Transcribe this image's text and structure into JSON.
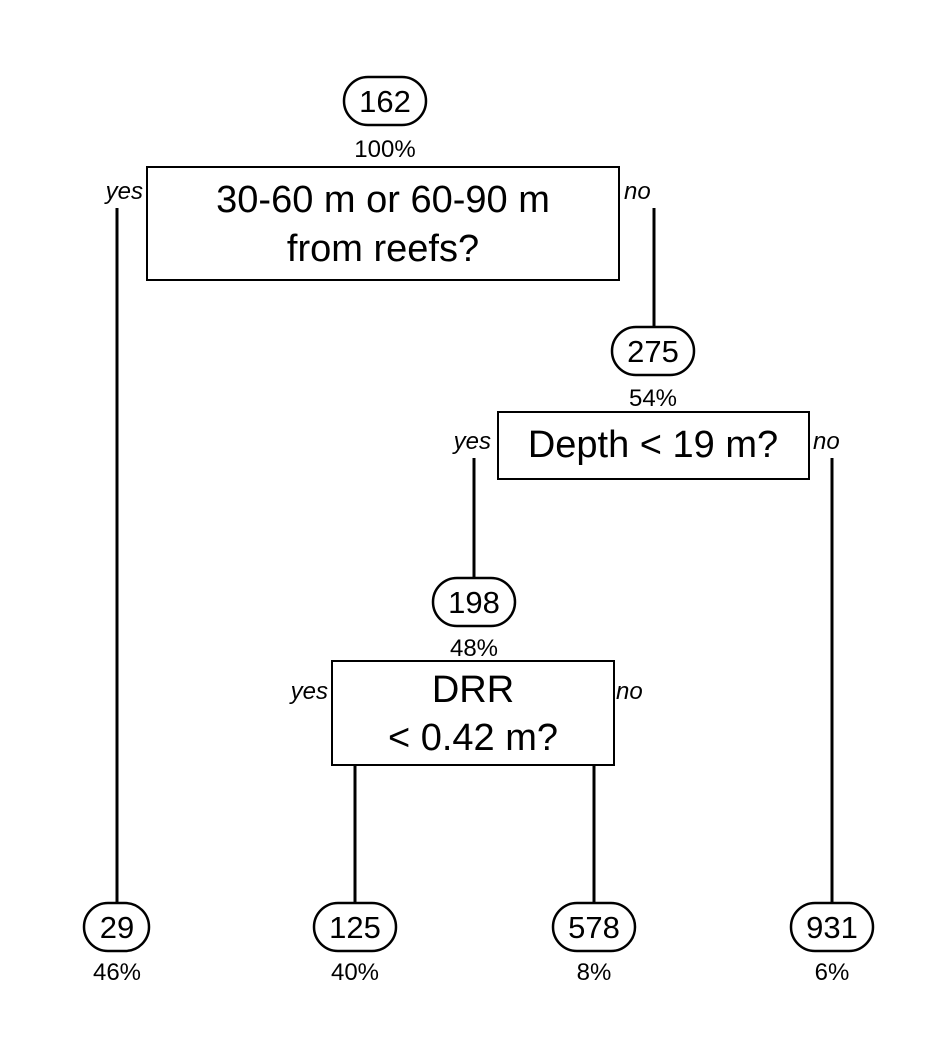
{
  "tree": {
    "root": {
      "value": "162",
      "percent": "100%",
      "question_line1": "30-60 m or 60-90 m",
      "question_line2": "from reefs?",
      "yes": "yes",
      "no": "no"
    },
    "node_275": {
      "value": "275",
      "percent": "54%",
      "question": "Depth < 19 m?",
      "yes": "yes",
      "no": "no"
    },
    "node_198": {
      "value": "198",
      "percent": "48%",
      "question_line1": "DRR",
      "question_line2": "< 0.42 m?",
      "yes": "yes",
      "no": "no"
    },
    "leaves": [
      {
        "value": "29",
        "percent": "46%"
      },
      {
        "value": "125",
        "percent": "40%"
      },
      {
        "value": "578",
        "percent": "8%"
      },
      {
        "value": "931",
        "percent": "6%"
      }
    ]
  }
}
